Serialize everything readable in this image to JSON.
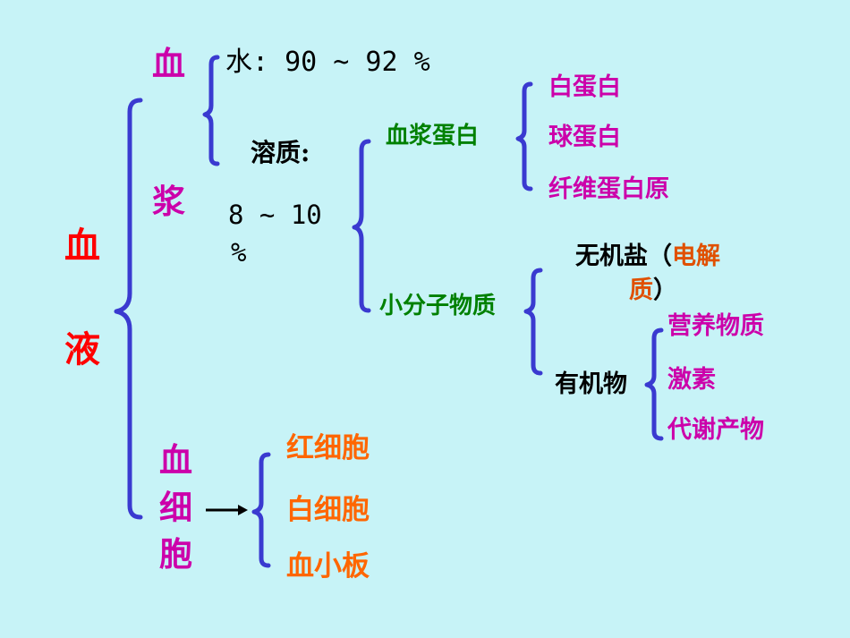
{
  "colors": {
    "background": "#c7f3f7",
    "brace": "#3a3ad0",
    "red": "#ff0000",
    "magenta": "#cc00aa",
    "green": "#008000",
    "orange": "#ff6600",
    "black": "#000000"
  },
  "root": {
    "char1": "血",
    "char2": "液"
  },
  "plasma": {
    "label_top": "血",
    "label_bottom": "浆",
    "water": "水:  90 ~ 92 %",
    "solute_label": "溶质:",
    "solute_pct_line1": "8 ~ 10",
    "solute_pct_line2": "%"
  },
  "plasma_protein": {
    "label": "血浆蛋白",
    "items": [
      "白蛋白",
      "球蛋白",
      "纤维蛋白原"
    ]
  },
  "small_molecules": {
    "label": "小分子物质",
    "inorganic_a": "无机盐（",
    "inorganic_b": "电解",
    "inorganic_c": "质",
    "inorganic_d": "）",
    "organic_label": "有机物",
    "organic_items": [
      "营养物质",
      "激素",
      "代谢产物"
    ]
  },
  "blood_cells": {
    "label_chars": [
      "血",
      "细",
      "胞"
    ],
    "arrow_icon": "right-arrow",
    "items": [
      "红细胞",
      "白细胞",
      "血小板"
    ]
  }
}
